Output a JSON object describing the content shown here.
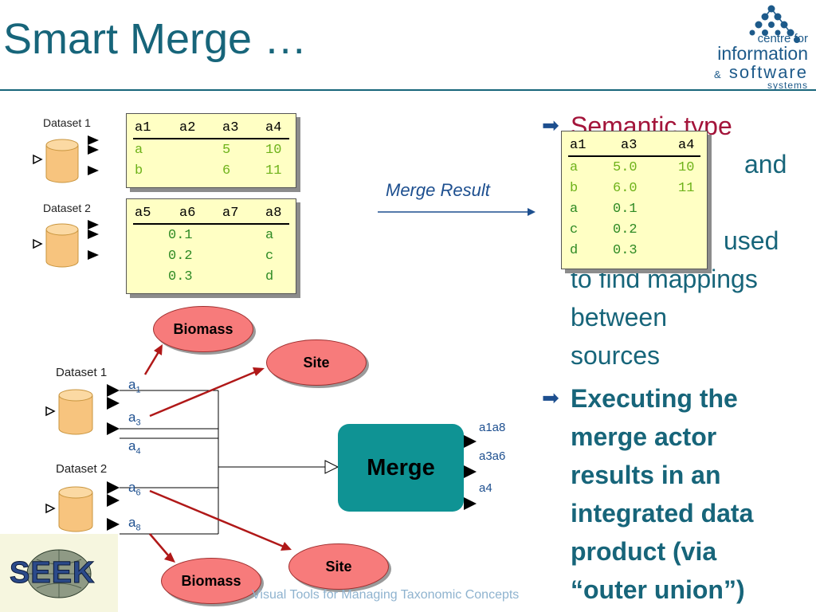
{
  "slide": {
    "title": "Smart Merge …",
    "footer": "Visual Tools for Managing Taxonomic Concepts"
  },
  "logo": {
    "line1": "centre for",
    "line2": "information",
    "line3_amp": "&",
    "line3": "software",
    "line4": "systems"
  },
  "seek_logo_text": "SEEK",
  "top_diagram": {
    "dataset1_label": "Dataset 1",
    "dataset2_label": "Dataset 2",
    "table1": {
      "headers": [
        "a1",
        "a2",
        "a3",
        "a4"
      ],
      "rows": [
        [
          "a",
          "",
          "5",
          "10"
        ],
        [
          "b",
          "",
          "6",
          "11"
        ]
      ]
    },
    "table2": {
      "headers": [
        "a5",
        "a6",
        "a7",
        "a8"
      ],
      "rows": [
        [
          "",
          "0.1",
          "",
          "a"
        ],
        [
          "",
          "0.2",
          "",
          "c"
        ],
        [
          "",
          "0.3",
          "",
          "d"
        ]
      ]
    },
    "merge_result_label": "Merge Result",
    "result_table": {
      "headers": [
        "a1",
        "a3",
        "a4"
      ],
      "rows": [
        [
          "a",
          "5.0",
          "10"
        ],
        [
          "b",
          "6.0",
          "11"
        ],
        [
          "a",
          "0.1",
          ""
        ],
        [
          "c",
          "0.2",
          ""
        ],
        [
          "d",
          "0.3",
          ""
        ]
      ]
    }
  },
  "bottom_diagram": {
    "dataset1_label": "Dataset 1",
    "dataset2_label": "Dataset 2",
    "ports": [
      {
        "base": "a",
        "sub": "1"
      },
      {
        "base": "a",
        "sub": "3"
      },
      {
        "base": "a",
        "sub": "4"
      },
      {
        "base": "a",
        "sub": "6"
      },
      {
        "base": "a",
        "sub": "8"
      }
    ],
    "ovals": {
      "biomass_top": "Biomass",
      "site_top": "Site",
      "site_bottom": "Site",
      "biomass_bottom": "Biomass"
    },
    "merge_label": "Merge",
    "outputs": [
      "a1a8",
      "a3a6",
      "a4"
    ]
  },
  "bullets": {
    "b1_line1": "Semantic type",
    "b1_line2_tail": "and",
    "b1_line4_tail": "used",
    "b1_line5": "to find mappings",
    "b1_line6": "between",
    "b1_line7": "sources",
    "b2_lines": [
      "Executing the",
      "merge actor",
      "results in an",
      "integrated data",
      "product (via",
      "“outer union”)"
    ]
  },
  "colors": {
    "teal": "#17657a",
    "navy": "#1d4f8f",
    "maroon": "#a3143a",
    "table_fill": "#ffffc4",
    "oval_fill": "#f77b7b",
    "merge_fill": "#0f9394",
    "db_fill": "#f7c47e"
  }
}
